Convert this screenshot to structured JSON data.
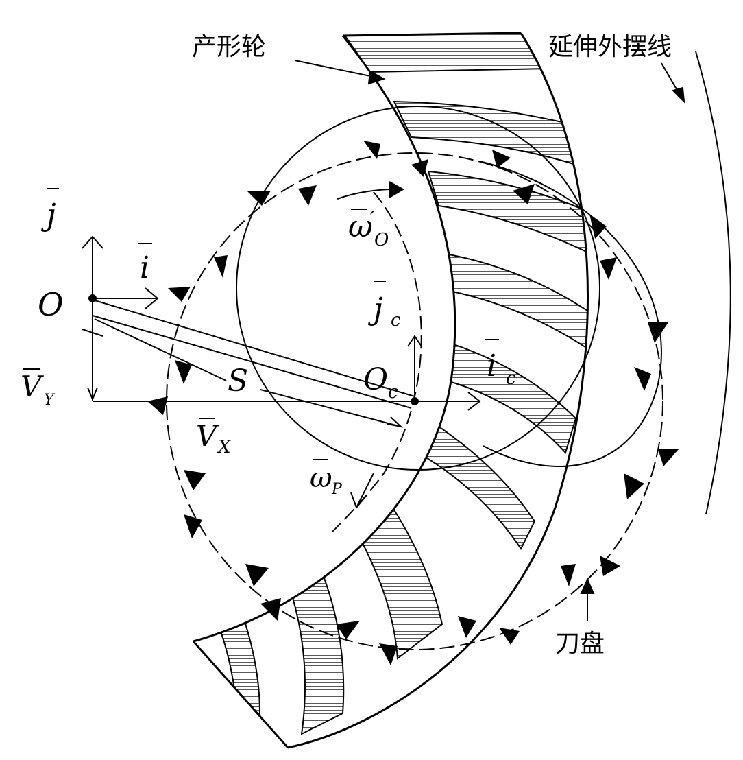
{
  "labels": {
    "generating_wheel": "产形轮",
    "extended_epicycloid": "延伸外摆线",
    "cutter_disk": "刀盘"
  },
  "symbols": {
    "j": "j",
    "i": "i",
    "O": "O",
    "V_Y_main": "V",
    "V_Y_sub": "Y",
    "S": "S",
    "V_X_main": "V",
    "V_X_sub": "X",
    "omega_O_main": "ω",
    "omega_O_prime": "′",
    "omega_O_sub": "O",
    "j_c_main": "j",
    "j_c_sub": "c",
    "O_c_main": "O",
    "O_c_sub": "c",
    "i_c_main": "i",
    "i_c_sub": "c",
    "omega_P_main": "ω",
    "omega_P_sub": "P"
  },
  "colors": {
    "ink": "#000000",
    "background": "#ffffff"
  }
}
